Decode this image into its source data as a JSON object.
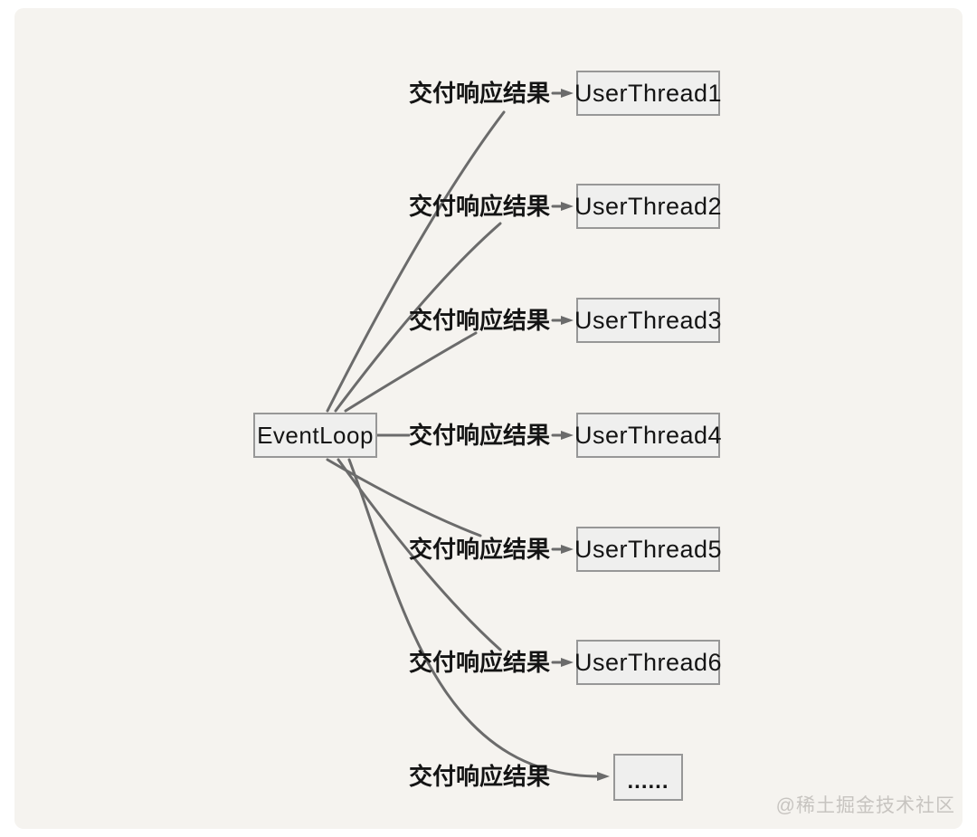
{
  "diagram": {
    "source": {
      "label": "EventLoop"
    },
    "edges": [
      {
        "label": "交付响应结果",
        "target": "UserThread1"
      },
      {
        "label": "交付响应结果",
        "target": "UserThread2"
      },
      {
        "label": "交付响应结果",
        "target": "UserThread3"
      },
      {
        "label": "交付响应结果",
        "target": "UserThread4"
      },
      {
        "label": "交付响应结果",
        "target": "UserThread5"
      },
      {
        "label": "交付响应结果",
        "target": "UserThread6"
      },
      {
        "label": "交付响应结果",
        "target": "......"
      }
    ],
    "watermark": "@稀土掘金技术社区",
    "colors": {
      "canvas_bg": "#f5f3ef",
      "node_fill": "#efefee",
      "node_border": "#979797",
      "connector": "#6b6b6b",
      "text": "#141414",
      "watermark": "#c7c4c0"
    }
  }
}
